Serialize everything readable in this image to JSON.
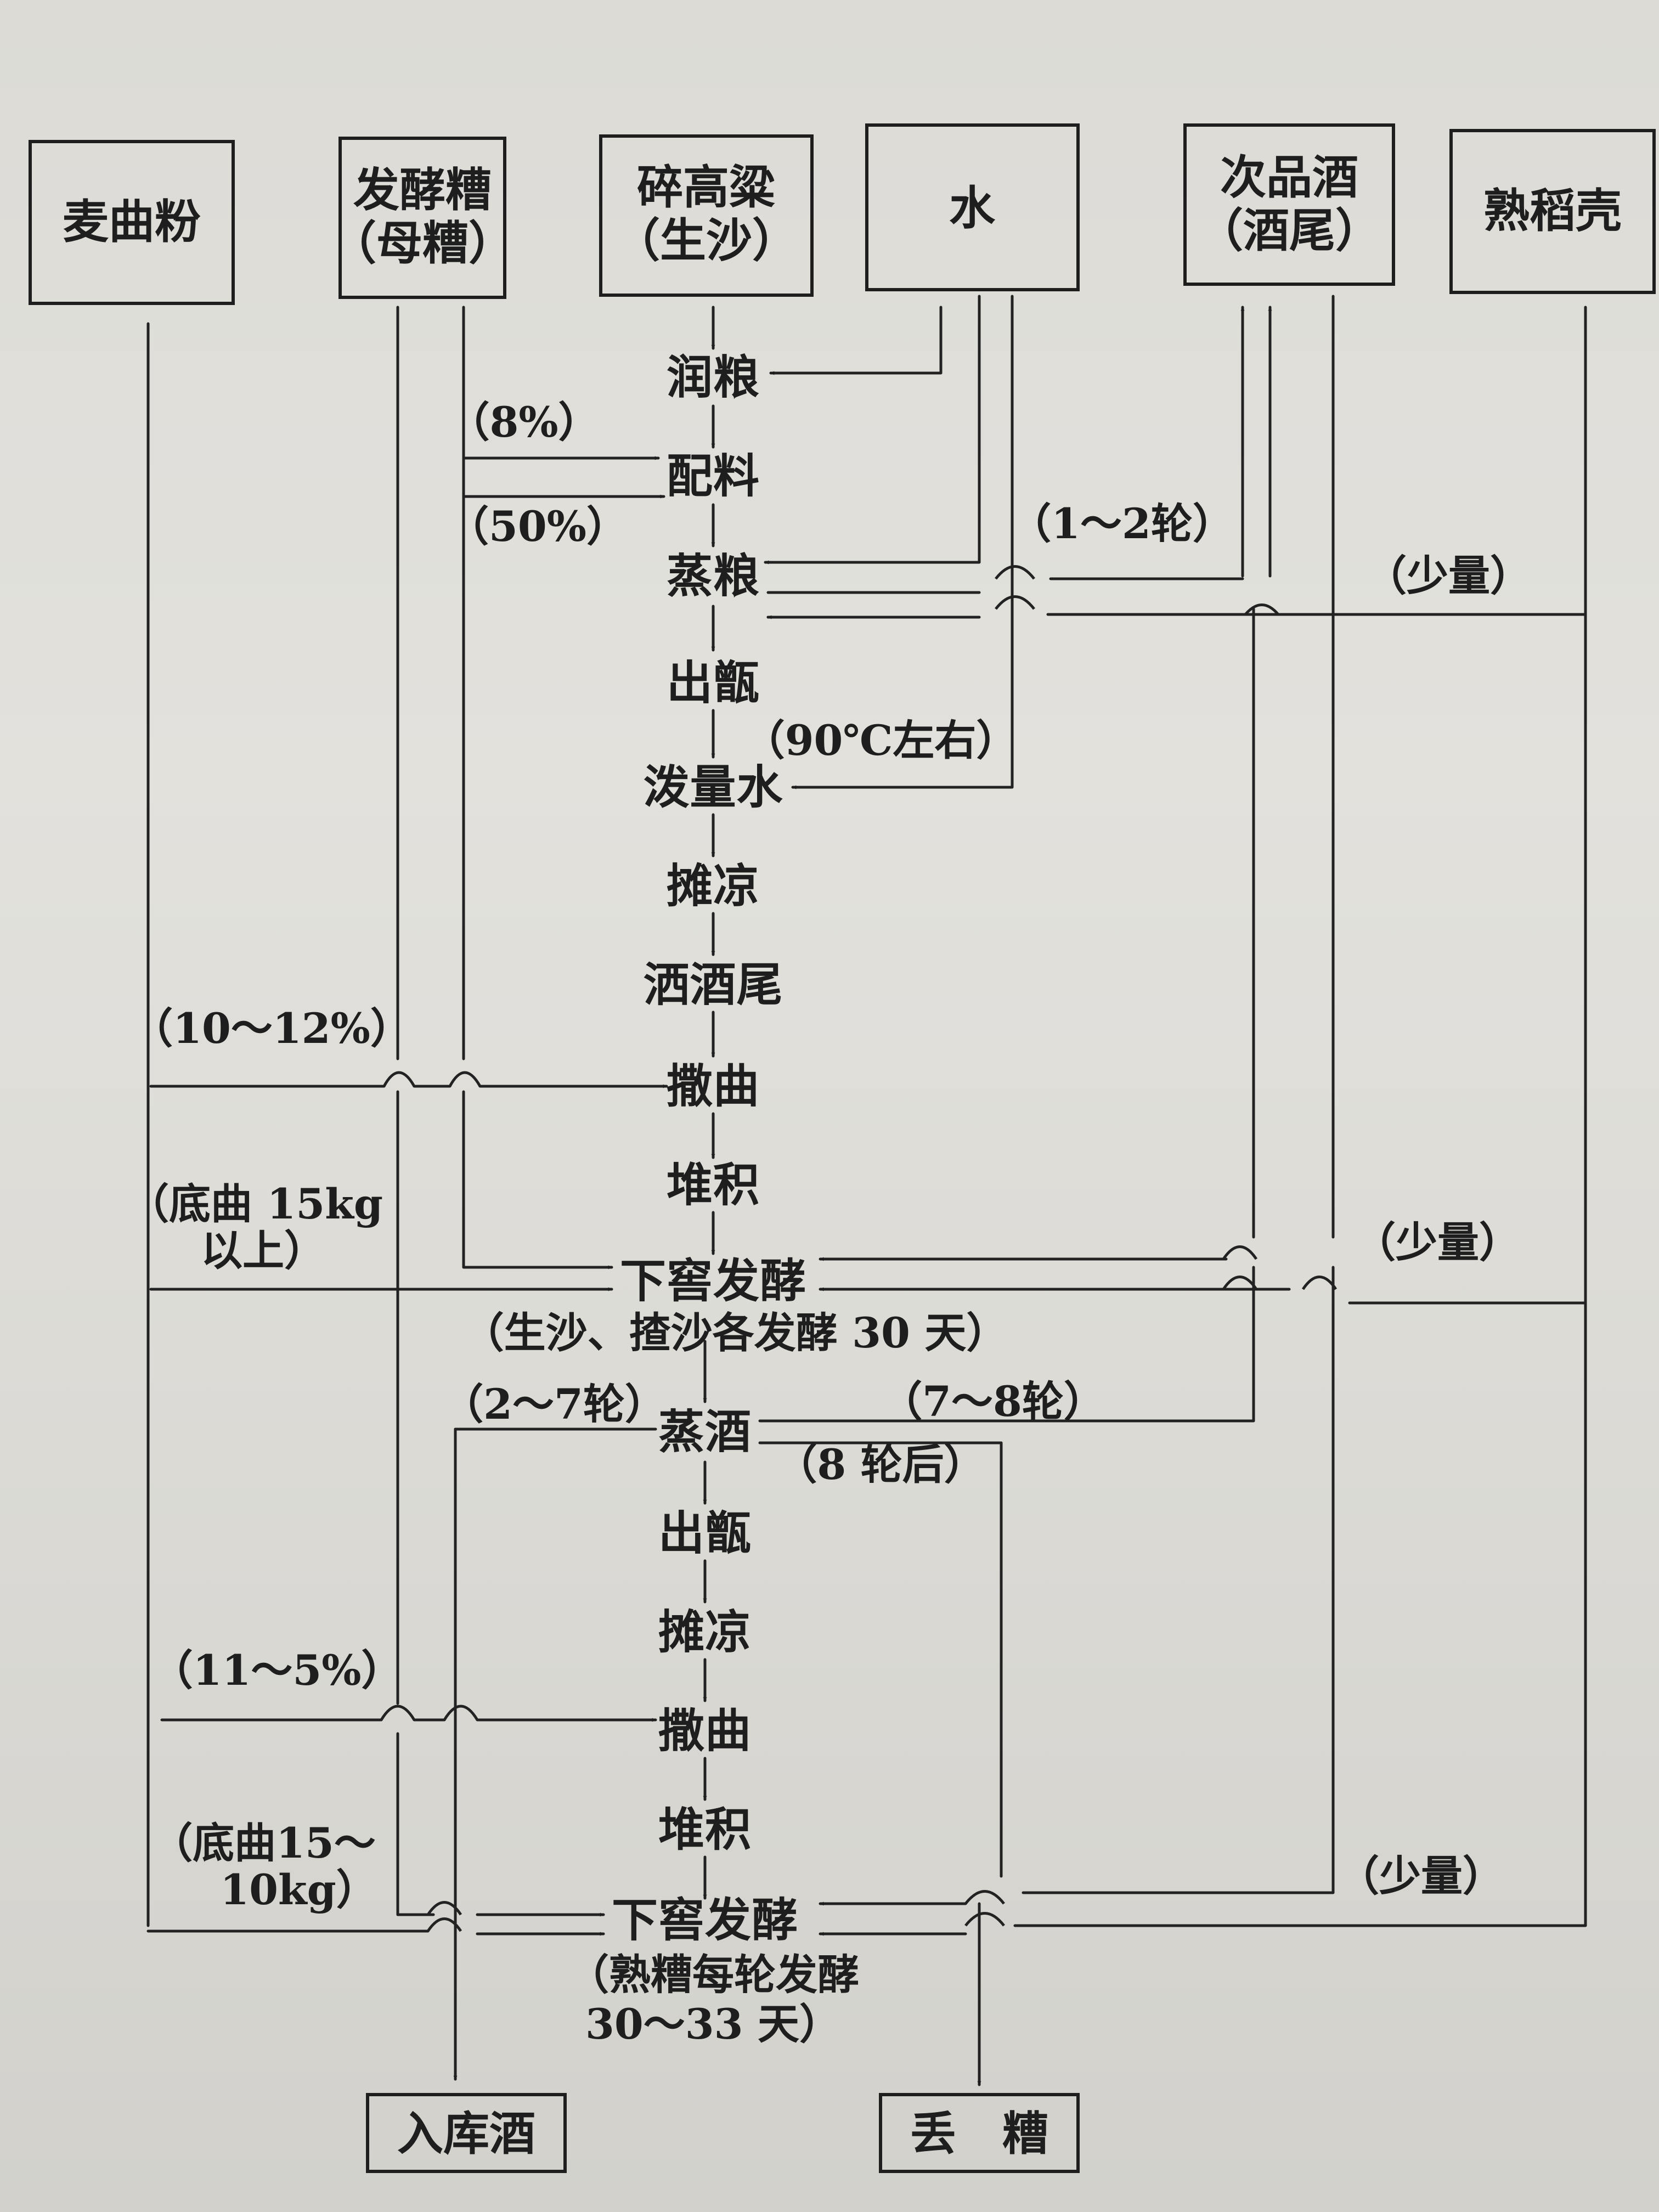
{
  "sources": {
    "wheat_qu_powder": "麦曲粉",
    "fermented_grains_line1": "发酵糟",
    "fermented_grains_line2": "（母糟）",
    "crushed_sorghum_line1": "碎高粱",
    "crushed_sorghum_line2": "（生沙）",
    "water": "水",
    "inferior_liquor_line1": "次品酒",
    "inferior_liquor_line2": "（酒尾）",
    "cooked_rice_husk": "熟稻壳"
  },
  "steps_first_round": [
    "润粮",
    "配料",
    "蒸粮",
    "出甑",
    "泼量水",
    "摊凉",
    "洒酒尾",
    "撒曲",
    "堆积",
    "下窖发酵"
  ],
  "steps_later_rounds": [
    "蒸酒",
    "出甑",
    "摊凉",
    "撒曲",
    "堆积",
    "下窖发酵"
  ],
  "outputs": {
    "stored_liquor": "入库酒",
    "discarded_grains": "丢　糟"
  },
  "labels": {
    "mother_grains_8": "（8%）",
    "mother_grains_50": "（50%）",
    "rounds_1_2": "（1～2轮）",
    "small_amount_1": "（少量）",
    "temp_90": "（90℃左右）",
    "qu_10_12": "（10～12%）",
    "base_qu_1": "（底曲 15kg",
    "base_qu_2": "以上）",
    "small_amount_2": "（少量）",
    "ferment_note_1": "（生沙、揸沙各发酵 30 天）",
    "rounds_2_7": "（2～7轮）",
    "rounds_7_8": "（7～8轮）",
    "after_8": "（8 轮后）",
    "qu_11_5": "（11～5%）",
    "base_qu_3": "（底曲15～",
    "base_qu_4": "10kg）",
    "small_amount_3": "（少量）",
    "ferment_note_2": "（熟糟每轮发酵",
    "ferment_note_3": "30～33 天）"
  }
}
